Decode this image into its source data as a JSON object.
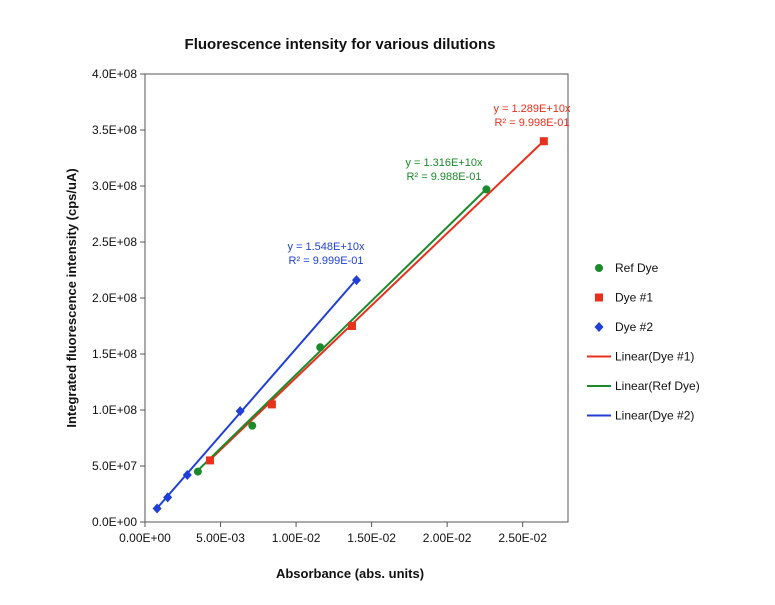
{
  "chart_data": {
    "type": "scatter",
    "title": "Fluorescence intensity for various dilutions",
    "xlabel": "Absorbance (abs. units)",
    "ylabel": "Integrated fluorescence intensity (cps/uA)",
    "xlim": [
      0,
      0.028
    ],
    "ylim": [
      0,
      400000000
    ],
    "x_ticks": [
      {
        "value": 0,
        "label": "0.00E+00"
      },
      {
        "value": 0.005,
        "label": "5.00E-03"
      },
      {
        "value": 0.01,
        "label": "1.00E-02"
      },
      {
        "value": 0.015,
        "label": "1.50E-02"
      },
      {
        "value": 0.02,
        "label": "2.00E-02"
      },
      {
        "value": 0.025,
        "label": "2.50E-02"
      }
    ],
    "y_ticks": [
      {
        "value": 0,
        "label": "0.0E+00"
      },
      {
        "value": 50000000,
        "label": "5.0E+07"
      },
      {
        "value": 100000000,
        "label": "1.0E+08"
      },
      {
        "value": 150000000,
        "label": "1.5E+08"
      },
      {
        "value": 200000000,
        "label": "2.0E+08"
      },
      {
        "value": 250000000,
        "label": "2.5E+08"
      },
      {
        "value": 300000000,
        "label": "3.0E+08"
      },
      {
        "value": 350000000,
        "label": "3.5E+08"
      },
      {
        "value": 400000000,
        "label": "4.0E+08"
      }
    ],
    "grid": false,
    "legend_position": "right",
    "series": [
      {
        "name": "Ref Dye",
        "marker": "circle",
        "color": "#1a8a2a",
        "x": [
          0.0035,
          0.0071,
          0.0116,
          0.0226
        ],
        "y": [
          45000000,
          86000000,
          156000000,
          297000000
        ]
      },
      {
        "name": "Dye #1",
        "marker": "square",
        "color": "#e8301c",
        "x": [
          0.0043,
          0.0084,
          0.0137,
          0.0264
        ],
        "y": [
          55000000,
          105000000,
          175000000,
          340000000
        ]
      },
      {
        "name": "Dye #2",
        "marker": "diamond",
        "color": "#1f3fd6",
        "x": [
          0.0008,
          0.0015,
          0.0028,
          0.0063,
          0.014
        ],
        "y": [
          12000000,
          22000000,
          42000000,
          99000000,
          216000000
        ]
      }
    ],
    "trendlines": [
      {
        "name": "Linear(Dye #1)",
        "color": "#e8301c",
        "x_range": [
          0.0043,
          0.0264
        ],
        "slope": 12890000000,
        "equation": "y = 1.289E+10x",
        "r2": "R² = 9.998E-01"
      },
      {
        "name": "Linear(Ref Dye)",
        "color": "#1a8a2a",
        "x_range": [
          0.0035,
          0.0226
        ],
        "slope": 13160000000,
        "equation": "y = 1.316E+10x",
        "r2": "R² = 9.988E-01"
      },
      {
        "name": "Linear(Dye #2)",
        "color": "#1f3fd6",
        "x_range": [
          0.0008,
          0.014
        ],
        "slope": 15480000000,
        "equation": "y = 1.548E+10x",
        "r2": "R² = 9.999E-01"
      }
    ]
  }
}
